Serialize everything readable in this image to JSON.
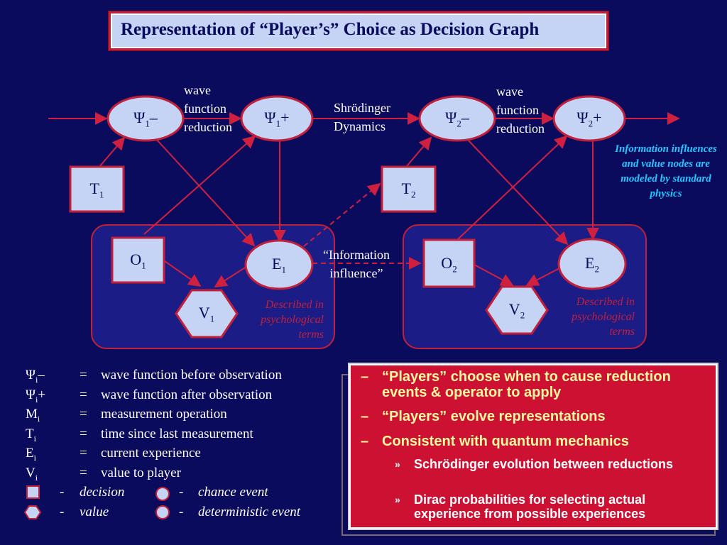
{
  "title": "Representation of “Player’s” Choice as Decision Graph",
  "nodes": {
    "psi1_minus": {
      "main": "Ψ",
      "sub": "1",
      "suffix": "–"
    },
    "psi1_plus": {
      "main": "Ψ",
      "sub": "1",
      "suffix": "+"
    },
    "psi2_minus": {
      "main": "Ψ",
      "sub": "2",
      "suffix": "–"
    },
    "psi2_plus": {
      "main": "Ψ",
      "sub": "2",
      "suffix": "+"
    },
    "t1": {
      "main": "T",
      "sub": "1"
    },
    "t2": {
      "main": "T",
      "sub": "2"
    },
    "o1": {
      "main": "O",
      "sub": "1"
    },
    "o2": {
      "main": "O",
      "sub": "2"
    },
    "e1": {
      "main": "E",
      "sub": "1"
    },
    "e2": {
      "main": "E",
      "sub": "2"
    },
    "v1": {
      "main": "V",
      "sub": "1"
    },
    "v2": {
      "main": "V",
      "sub": "2"
    }
  },
  "labels": {
    "wave_reduction_1": [
      "wave",
      "function",
      "reduction"
    ],
    "schrodinger": [
      "Shrödinger",
      "Dynamics"
    ],
    "wave_reduction_2": [
      "wave",
      "function",
      "reduction"
    ],
    "information_influence": [
      "“Information",
      "influence”"
    ],
    "described_1": [
      "Described in",
      "psychological",
      "terms"
    ],
    "described_2": [
      "Described in",
      "psychological",
      "terms"
    ],
    "info_note": "Information influences and value nodes are modeled by standard physics"
  },
  "legend": [
    {
      "sym": "Ψ",
      "sub": "i",
      "suffix": "–",
      "eq": "=",
      "def": "wave function before observation"
    },
    {
      "sym": "Ψ",
      "sub": "i",
      "suffix": "+",
      "eq": "=",
      "def": "wave function  after observation"
    },
    {
      "sym": "M",
      "sub": "i",
      "suffix": "",
      "eq": "=",
      "def": "measurement operation"
    },
    {
      "sym": "T",
      "sub": "i",
      "suffix": "",
      "eq": "=",
      "def": "time since last measurement"
    },
    {
      "sym": "E",
      "sub": "i",
      "suffix": "",
      "eq": "=",
      "def": "current experience"
    },
    {
      "sym": "V",
      "sub": "i",
      "suffix": "",
      "eq": "=",
      "def": "value to player"
    }
  ],
  "legend_shapes": {
    "decision": {
      "dash": "-",
      "text": "decision"
    },
    "chance": {
      "dash": "-",
      "text": "chance event"
    },
    "value": {
      "dash": "-",
      "text": "value"
    },
    "deterministic": {
      "dash": "-",
      "text": "deterministic event"
    }
  },
  "bullets": [
    {
      "dash": "–",
      "text": "“Players” choose when to cause reduction events & operator to apply"
    },
    {
      "dash": "–",
      "text": "“Players” evolve representations"
    },
    {
      "dash": "–",
      "text": "Consistent with quantum mechanics"
    }
  ],
  "sub_bullets": [
    {
      "dash": "»",
      "text": "Schrödinger evolution between reductions"
    },
    {
      "dash": "»",
      "text": "Dirac probabilities for selecting actual experience from possible experiences"
    }
  ],
  "colors": {
    "background": "#0b0b5e",
    "node_fill": "#c5d3f5",
    "node_border": "#c0203a",
    "arrow": "#d02040",
    "note": "#22c8ff",
    "bullet_box": "#cc1133",
    "bullet_text": "#fff8a0"
  }
}
